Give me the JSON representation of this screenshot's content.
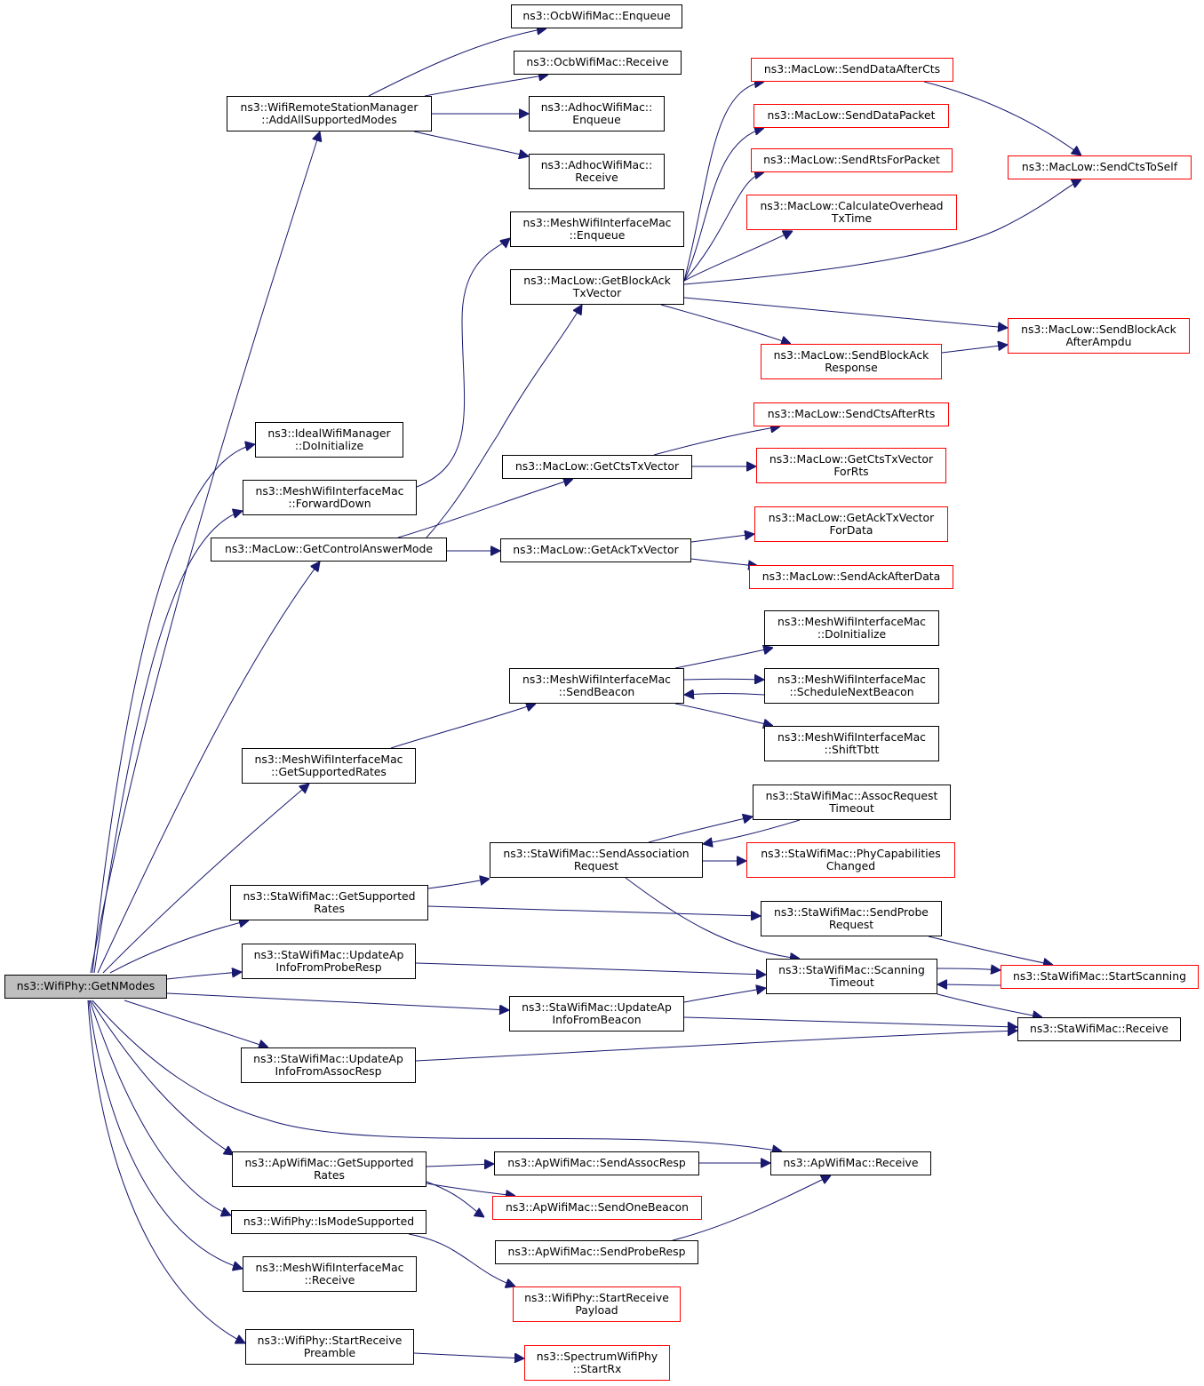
{
  "colors": {
    "edge": "#191970",
    "node_border": "#000000",
    "truncated_border": "#ff0000",
    "root_fill": "#bfbfbf"
  },
  "nodes": [
    {
      "id": "n0",
      "lines": [
        "ns3::WifiPhy::GetNModes"
      ],
      "root": true
    },
    {
      "id": "n1",
      "lines": [
        "ns3::WifiRemoteStationManager",
        "::AddAllSupportedModes"
      ]
    },
    {
      "id": "n2",
      "lines": [
        "ns3::OcbWifiMac::Enqueue"
      ]
    },
    {
      "id": "n3",
      "lines": [
        "ns3::OcbWifiMac::Receive"
      ]
    },
    {
      "id": "n4",
      "lines": [
        "ns3::AdhocWifiMac::",
        "Enqueue"
      ]
    },
    {
      "id": "n5",
      "lines": [
        "ns3::AdhocWifiMac::",
        "Receive"
      ]
    },
    {
      "id": "n6",
      "lines": [
        "ns3::IdealWifiManager",
        "::DoInitialize"
      ]
    },
    {
      "id": "n7",
      "lines": [
        "ns3::MeshWifiInterfaceMac",
        "::ForwardDown"
      ]
    },
    {
      "id": "n8",
      "lines": [
        "ns3::MeshWifiInterfaceMac",
        "::Enqueue"
      ]
    },
    {
      "id": "n9",
      "lines": [
        "ns3::MacLow::GetControlAnswerMode"
      ]
    },
    {
      "id": "n10",
      "lines": [
        "ns3::MacLow::GetBlockAck",
        "TxVector"
      ]
    },
    {
      "id": "n11",
      "lines": [
        "ns3::MacLow::SendDataAfterCts"
      ],
      "red": true
    },
    {
      "id": "n12",
      "lines": [
        "ns3::MacLow::SendDataPacket"
      ],
      "red": true
    },
    {
      "id": "n13",
      "lines": [
        "ns3::MacLow::SendRtsForPacket"
      ],
      "red": true
    },
    {
      "id": "n14",
      "lines": [
        "ns3::MacLow::CalculateOverhead",
        "TxTime"
      ],
      "red": true
    },
    {
      "id": "n15",
      "lines": [
        "ns3::MacLow::SendCtsToSelf"
      ],
      "red": true
    },
    {
      "id": "n16",
      "lines": [
        "ns3::MacLow::SendBlockAck",
        "AfterAmpdu"
      ],
      "red": true
    },
    {
      "id": "n17",
      "lines": [
        "ns3::MacLow::SendBlockAck",
        "Response"
      ],
      "red": true
    },
    {
      "id": "n18",
      "lines": [
        "ns3::MacLow::GetCtsTxVector"
      ]
    },
    {
      "id": "n19",
      "lines": [
        "ns3::MacLow::SendCtsAfterRts"
      ],
      "red": true
    },
    {
      "id": "n20",
      "lines": [
        "ns3::MacLow::GetCtsTxVector",
        "ForRts"
      ],
      "red": true
    },
    {
      "id": "n21",
      "lines": [
        "ns3::MacLow::GetAckTxVector"
      ]
    },
    {
      "id": "n22",
      "lines": [
        "ns3::MacLow::GetAckTxVector",
        "ForData"
      ],
      "red": true
    },
    {
      "id": "n23",
      "lines": [
        "ns3::MacLow::SendAckAfterData"
      ],
      "red": true
    },
    {
      "id": "n24",
      "lines": [
        "ns3::MeshWifiInterfaceMac",
        "::SendBeacon"
      ]
    },
    {
      "id": "n25",
      "lines": [
        "ns3::MeshWifiInterfaceMac",
        "::DoInitialize"
      ]
    },
    {
      "id": "n26",
      "lines": [
        "ns3::MeshWifiInterfaceMac",
        "::ScheduleNextBeacon"
      ]
    },
    {
      "id": "n27",
      "lines": [
        "ns3::MeshWifiInterfaceMac",
        "::ShiftTbtt"
      ]
    },
    {
      "id": "n28",
      "lines": [
        "ns3::MeshWifiInterfaceMac",
        "::GetSupportedRates"
      ]
    },
    {
      "id": "n29",
      "lines": [
        "ns3::StaWifiMac::SendAssociation",
        "Request"
      ]
    },
    {
      "id": "n30",
      "lines": [
        "ns3::StaWifiMac::AssocRequest",
        "Timeout"
      ]
    },
    {
      "id": "n31",
      "lines": [
        "ns3::StaWifiMac::PhyCapabilities",
        "Changed"
      ],
      "red": true
    },
    {
      "id": "n32",
      "lines": [
        "ns3::StaWifiMac::GetSupported",
        "Rates"
      ]
    },
    {
      "id": "n33",
      "lines": [
        "ns3::StaWifiMac::SendProbe",
        "Request"
      ]
    },
    {
      "id": "n34",
      "lines": [
        "ns3::StaWifiMac::UpdateAp",
        "InfoFromProbeResp"
      ]
    },
    {
      "id": "n35",
      "lines": [
        "ns3::StaWifiMac::Scanning",
        "Timeout"
      ]
    },
    {
      "id": "n36",
      "lines": [
        "ns3::StaWifiMac::StartScanning"
      ],
      "red": true
    },
    {
      "id": "n37",
      "lines": [
        "ns3::StaWifiMac::UpdateAp",
        "InfoFromBeacon"
      ]
    },
    {
      "id": "n38",
      "lines": [
        "ns3::StaWifiMac::Receive"
      ]
    },
    {
      "id": "n39",
      "lines": [
        "ns3::StaWifiMac::UpdateAp",
        "InfoFromAssocResp"
      ]
    },
    {
      "id": "n40",
      "lines": [
        "ns3::ApWifiMac::GetSupported",
        "Rates"
      ]
    },
    {
      "id": "n41",
      "lines": [
        "ns3::ApWifiMac::SendAssocResp"
      ]
    },
    {
      "id": "n42",
      "lines": [
        "ns3::ApWifiMac::Receive"
      ]
    },
    {
      "id": "n43",
      "lines": [
        "ns3::ApWifiMac::SendOneBeacon"
      ],
      "red": true
    },
    {
      "id": "n44",
      "lines": [
        "ns3::ApWifiMac::SendProbeResp"
      ]
    },
    {
      "id": "n45",
      "lines": [
        "ns3::WifiPhy::IsModeSupported"
      ]
    },
    {
      "id": "n46",
      "lines": [
        "ns3::WifiPhy::StartReceive",
        "Payload"
      ],
      "red": true
    },
    {
      "id": "n47",
      "lines": [
        "ns3::MeshWifiInterfaceMac",
        "::Receive"
      ]
    },
    {
      "id": "n48",
      "lines": [
        "ns3::WifiPhy::StartReceive",
        "Preamble"
      ]
    },
    {
      "id": "n49",
      "lines": [
        "ns3::SpectrumWifiPhy",
        "::StartRx"
      ],
      "red": true
    }
  ],
  "edges": [
    [
      "n0",
      "n1"
    ],
    [
      "n0",
      "n6"
    ],
    [
      "n0",
      "n7"
    ],
    [
      "n0",
      "n9"
    ],
    [
      "n0",
      "n28"
    ],
    [
      "n0",
      "n32"
    ],
    [
      "n0",
      "n34"
    ],
    [
      "n0",
      "n37"
    ],
    [
      "n0",
      "n39"
    ],
    [
      "n0",
      "n42"
    ],
    [
      "n0",
      "n40"
    ],
    [
      "n0",
      "n45"
    ],
    [
      "n0",
      "n47"
    ],
    [
      "n0",
      "n48"
    ],
    [
      "n1",
      "n2"
    ],
    [
      "n1",
      "n3"
    ],
    [
      "n1",
      "n4"
    ],
    [
      "n1",
      "n5"
    ],
    [
      "n7",
      "n8"
    ],
    [
      "n9",
      "n10"
    ],
    [
      "n9",
      "n18"
    ],
    [
      "n9",
      "n21"
    ],
    [
      "n10",
      "n11"
    ],
    [
      "n10",
      "n12"
    ],
    [
      "n10",
      "n13"
    ],
    [
      "n10",
      "n14"
    ],
    [
      "n10",
      "n15"
    ],
    [
      "n10",
      "n16"
    ],
    [
      "n10",
      "n17"
    ],
    [
      "n11",
      "n15"
    ],
    [
      "n17",
      "n16"
    ],
    [
      "n18",
      "n19"
    ],
    [
      "n18",
      "n20"
    ],
    [
      "n21",
      "n22"
    ],
    [
      "n21",
      "n23"
    ],
    [
      "n28",
      "n24"
    ],
    [
      "n24",
      "n25"
    ],
    [
      "n24",
      "n26"
    ],
    [
      "n24",
      "n27"
    ],
    [
      "n26",
      "n24"
    ],
    [
      "n32",
      "n29"
    ],
    [
      "n32",
      "n33"
    ],
    [
      "n29",
      "n30"
    ],
    [
      "n30",
      "n29"
    ],
    [
      "n29",
      "n31"
    ],
    [
      "n29",
      "n35"
    ],
    [
      "n33",
      "n36"
    ],
    [
      "n34",
      "n35"
    ],
    [
      "n35",
      "n36"
    ],
    [
      "n36",
      "n35"
    ],
    [
      "n35",
      "n38"
    ],
    [
      "n37",
      "n35"
    ],
    [
      "n37",
      "n38"
    ],
    [
      "n39",
      "n38"
    ],
    [
      "n40",
      "n41"
    ],
    [
      "n40",
      "n43"
    ],
    [
      "n40",
      "n44"
    ],
    [
      "n41",
      "n42"
    ],
    [
      "n44",
      "n42"
    ],
    [
      "n45",
      "n46"
    ],
    [
      "n48",
      "n49"
    ]
  ]
}
